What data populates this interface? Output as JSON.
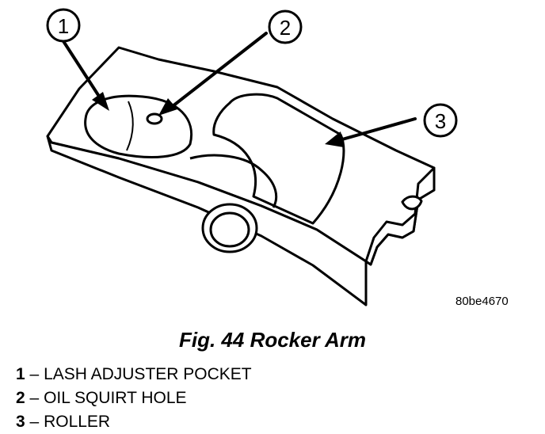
{
  "figure": {
    "code": "80be4670",
    "caption": "Fig. 44 Rocker Arm"
  },
  "callouts": [
    {
      "number": "1",
      "label": "LASH ADJUSTER POCKET"
    },
    {
      "number": "2",
      "label": "OIL SQUIRT HOLE"
    },
    {
      "number": "3",
      "label": "ROLLER"
    }
  ],
  "legend_separator": "–"
}
